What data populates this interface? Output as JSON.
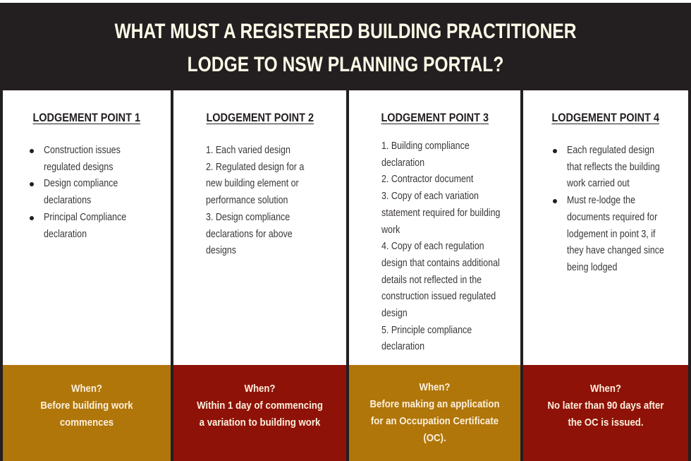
{
  "header": {
    "line1": "WHAT MUST A REGISTERED BUILDING PRACTITIONER",
    "line2": "LODGE TO NSW PLANNING PORTAL?"
  },
  "colors": {
    "header_bg": "#231f20",
    "header_text": "#fcfbe8",
    "gold": "#b0760a",
    "red": "#8f1209"
  },
  "columns": [
    {
      "title": "LODGEMENT POINT 1",
      "list_style": "bullet",
      "lines": [
        {
          "bullet": true,
          "text": "Construction issues"
        },
        {
          "bullet": false,
          "text": "regulated designs"
        },
        {
          "bullet": true,
          "text": "Design compliance"
        },
        {
          "bullet": false,
          "text": "declarations"
        },
        {
          "bullet": true,
          "text": "Principal Compliance"
        },
        {
          "bullet": false,
          "text": "declaration"
        }
      ],
      "when_label": "When?",
      "when_lines": [
        "Before building work",
        "commences"
      ],
      "when_color": "gold"
    },
    {
      "title": "LODGEMENT POINT 2",
      "list_style": "numbered",
      "lines": [
        {
          "text": "1.  Each varied design"
        },
        {
          "text": "2.  Regulated design for a"
        },
        {
          "text": "new building element or"
        },
        {
          "text": "performance solution"
        },
        {
          "text": "3.  Design compliance"
        },
        {
          "text": "declarations for above"
        },
        {
          "text": "designs"
        }
      ],
      "when_label": "When?",
      "when_lines": [
        "Within 1 day of commencing",
        "a variation to building work"
      ],
      "when_color": "red"
    },
    {
      "title": "LODGEMENT POINT 3",
      "list_style": "numbered",
      "lines": [
        {
          "text": "1.  Building compliance"
        },
        {
          "text": "declaration"
        },
        {
          "text": "2.  Contractor document"
        },
        {
          "text": "3.  Copy of each variation"
        },
        {
          "text": "statement required for building"
        },
        {
          "text": "work"
        },
        {
          "text": "4.  Copy of each regulation"
        },
        {
          "text": "design that contains additional"
        },
        {
          "text": "details not reflected in the"
        },
        {
          "text": "construction issued regulated"
        },
        {
          "text": "design"
        },
        {
          "text": "5.  Principle compliance"
        },
        {
          "text": "declaration"
        }
      ],
      "when_label": "When?",
      "when_lines": [
        "Before making an application",
        "for an Occupation Certificate",
        "(OC)."
      ],
      "when_color": "gold"
    },
    {
      "title": "LODGEMENT POINT 4",
      "list_style": "bullet",
      "lines": [
        {
          "bullet": true,
          "text": "Each regulated design"
        },
        {
          "bullet": false,
          "text": "that reflects the building"
        },
        {
          "bullet": false,
          "text": "work carried out"
        },
        {
          "bullet": true,
          "text": "Must re-lodge the"
        },
        {
          "bullet": false,
          "text": "documents required for"
        },
        {
          "bullet": false,
          "text": "lodgement in point 3, if"
        },
        {
          "bullet": false,
          "text": "they have changed since"
        },
        {
          "bullet": false,
          "text": "being lodged"
        }
      ],
      "when_label": "When?",
      "when_lines": [
        "No later than 90 days after",
        "the OC is issued."
      ],
      "when_color": "red"
    }
  ]
}
